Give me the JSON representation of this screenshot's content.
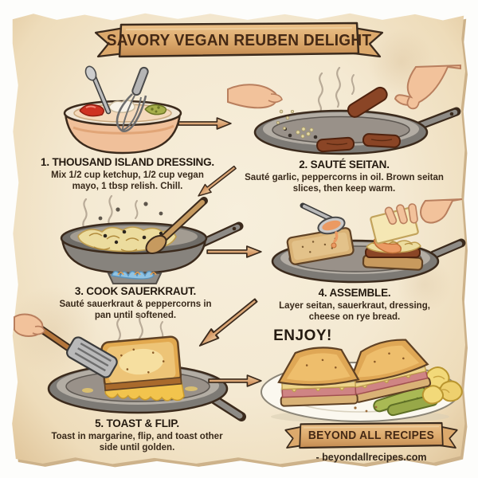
{
  "title_banner": {
    "text": "SAVORY VEGAN REUBEN DELIGHT"
  },
  "steps": [
    {
      "heading": "1. THOUSAND ISLAND DRESSING.",
      "description": "Mix 1/2 cup ketchup, 1/2 cup vegan mayo, 1 tbsp relish. Chill.",
      "illustration": "mixing-bowl-with-whisk"
    },
    {
      "heading": "2. SAUTÉ SEITAN.",
      "description": "Sauté garlic, peppercorns in oil. Brown seitan slices, then keep warm.",
      "illustration": "skillet-hands-adding-seitan"
    },
    {
      "heading": "3. COOK SAUERKRAUT.",
      "description": "Sauté sauerkraut & peppercorns in pan until softened.",
      "illustration": "skillet-sauerkraut-wooden-spoon"
    },
    {
      "heading": "4. ASSEMBLE.",
      "description": "Layer seitan, sauerkraut, dressing, cheese on rye bread.",
      "illustration": "skillet-layering-sandwich-cheese"
    },
    {
      "heading": "5. TOAST & FLIP.",
      "description": "Toast in margarine, flip, and toast other side until golden.",
      "illustration": "skillet-toasting-sandwich-spatula"
    }
  ],
  "enjoy_label": "ENJOY!",
  "final_illustration": "plate-reuben-sandwich-pickles-chips",
  "footer_banner": {
    "text": "BEYOND ALL RECIPES",
    "website": "- beyondallrecipes.com"
  },
  "colors": {
    "paper": "#f5ecd7",
    "paper_edge": "#ddc093",
    "ribbon": "#dca96c",
    "outline": "#3b2a1c",
    "heading_text": "#241a10",
    "arrow": "#dda66f",
    "ketchup": "#ce3222",
    "relish": "#a7af4b",
    "seitan": "#8a4526",
    "sauerkraut": "#ecdc9e",
    "cheese": "#f5e7b4",
    "pickle": "#a9b954"
  }
}
